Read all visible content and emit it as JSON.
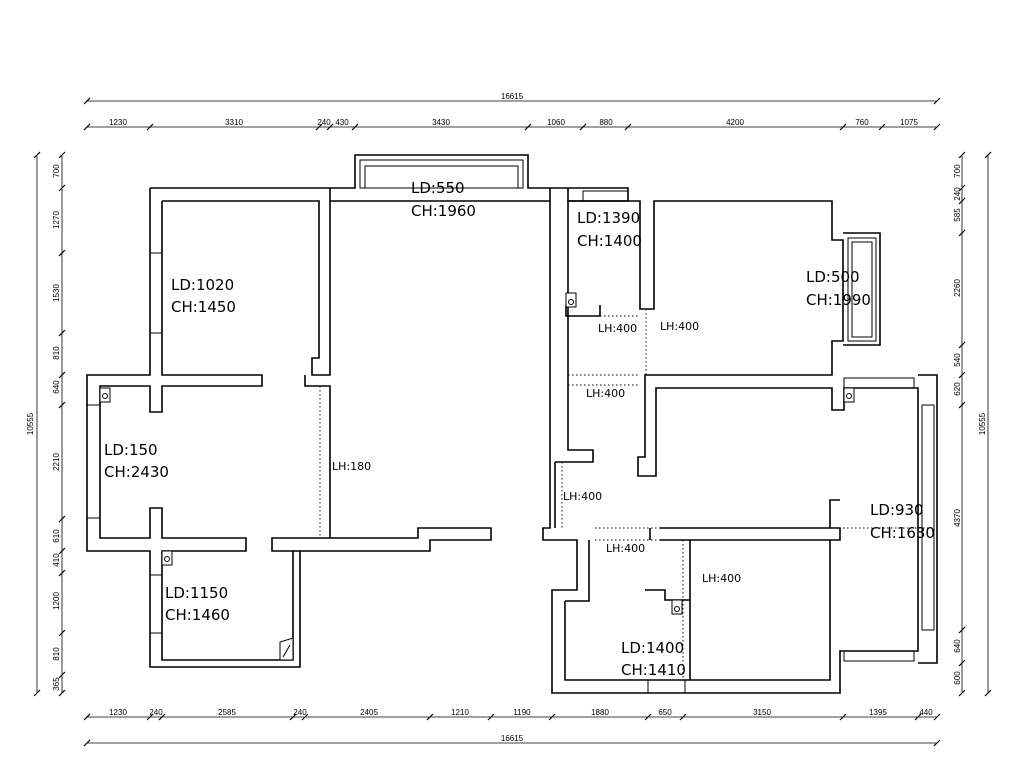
{
  "overall_width": "16615",
  "overall_height": "10555",
  "top_dims": [
    "1230",
    "3310",
    "240",
    "430",
    "3430",
    "1060",
    "880",
    "4200",
    "760",
    "1075"
  ],
  "bottom_dims": [
    "1230",
    "240",
    "2585",
    "240",
    "2405",
    "1210",
    "1190",
    "1880",
    "650",
    "3150",
    "1395",
    "440"
  ],
  "left_dims": [
    "700",
    "1270",
    "1530",
    "810",
    "640",
    "2210",
    "610",
    "410",
    "1200",
    "810",
    "365"
  ],
  "right_dims": [
    "700",
    "240",
    "585",
    "2260",
    "540",
    "620",
    "4370",
    "640",
    "600"
  ],
  "rooms": [
    {
      "ld": "LD:550",
      "ch": "CH:1960"
    },
    {
      "ld": "LD:1390",
      "ch": "CH:1400"
    },
    {
      "ld": "LD:500",
      "ch": "CH:1990"
    },
    {
      "ld": "LD:1020",
      "ch": "CH:1450"
    },
    {
      "ld": "LD:150",
      "ch": "CH:2430"
    },
    {
      "ld": "LD:1150",
      "ch": "CH:1460"
    },
    {
      "ld": "LD:930",
      "ch": "CH:1630"
    },
    {
      "ld": "LD:1400",
      "ch": "CH:1410"
    }
  ],
  "lintels": [
    "LH:400",
    "LH:400",
    "LH:400",
    "LH:180",
    "LH:400",
    "LH:400",
    "LH:400"
  ]
}
